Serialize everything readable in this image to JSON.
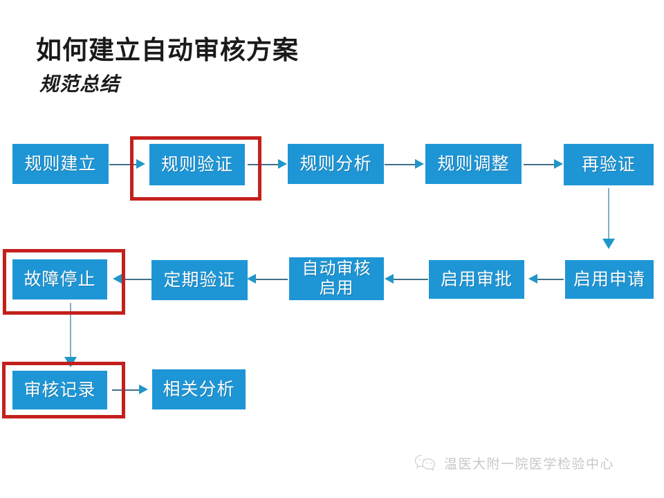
{
  "slide": {
    "title": "如何建立自动审核方案",
    "subtitle": "规范总结",
    "background_color": "#FFFFFF",
    "node_color": "#1E96D6",
    "highlight_color": "#C3201D",
    "connector_color": "#40708A",
    "arrow_color": "#2196C8"
  },
  "diagram": {
    "nodes": [
      {
        "id": "n1",
        "label": "规则建立",
        "row": 1,
        "highlighted": false
      },
      {
        "id": "n2",
        "label": "规则验证",
        "row": 1,
        "highlighted": true
      },
      {
        "id": "n3",
        "label": "规则分析",
        "row": 1,
        "highlighted": false
      },
      {
        "id": "n4",
        "label": "规则调整",
        "row": 1,
        "highlighted": false
      },
      {
        "id": "n5",
        "label": "再验证",
        "row": 1,
        "highlighted": false
      },
      {
        "id": "n6",
        "label": "启用申请",
        "row": 2,
        "highlighted": false
      },
      {
        "id": "n7",
        "label": "启用审批",
        "row": 2,
        "highlighted": false
      },
      {
        "id": "n8",
        "label": "自动审核\n启用",
        "label_line1": "自动审核",
        "label_line2": "启用",
        "row": 2,
        "highlighted": false
      },
      {
        "id": "n9",
        "label": "定期验证",
        "row": 2,
        "highlighted": false
      },
      {
        "id": "n10",
        "label": "故障停止",
        "row": 2,
        "highlighted": true
      },
      {
        "id": "n11",
        "label": "审核记录",
        "row": 3,
        "highlighted": true
      },
      {
        "id": "n12",
        "label": "相关分析",
        "row": 3,
        "highlighted": false
      }
    ],
    "edges": [
      {
        "from": "n1",
        "to": "n2",
        "direction": "right"
      },
      {
        "from": "n2",
        "to": "n3",
        "direction": "right"
      },
      {
        "from": "n3",
        "to": "n4",
        "direction": "right"
      },
      {
        "from": "n4",
        "to": "n5",
        "direction": "right"
      },
      {
        "from": "n5",
        "to": "n6",
        "direction": "down"
      },
      {
        "from": "n6",
        "to": "n7",
        "direction": "left"
      },
      {
        "from": "n7",
        "to": "n8",
        "direction": "left"
      },
      {
        "from": "n8",
        "to": "n9",
        "direction": "left"
      },
      {
        "from": "n9",
        "to": "n10",
        "direction": "left"
      },
      {
        "from": "n10",
        "to": "n11",
        "direction": "down"
      },
      {
        "from": "n11",
        "to": "n12",
        "direction": "right"
      }
    ]
  },
  "footer": {
    "watermark_text": "温医大附一院医学检验中心",
    "watermark_icon": "wechat-icon"
  }
}
